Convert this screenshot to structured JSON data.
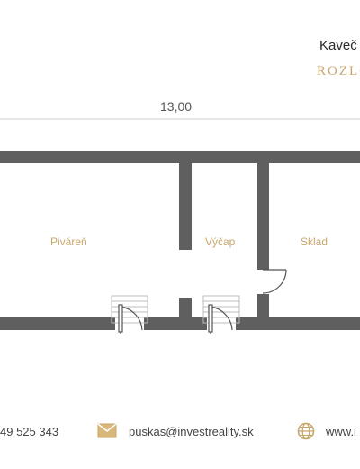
{
  "header": {
    "title": "Kaveč",
    "subtitle": "ROZLO"
  },
  "plan": {
    "dimension": "13,00",
    "rooms": {
      "pub": "Piváreň",
      "tap": "Výčap",
      "storage": "Sklad"
    },
    "wall_color": "#5f5f5f",
    "accent_color": "#c9a66b"
  },
  "footer": {
    "phone": "49 525 343",
    "email": "puskas@investreality.sk",
    "web": "www.i",
    "icons": [
      "envelope-icon",
      "globe-icon"
    ]
  }
}
